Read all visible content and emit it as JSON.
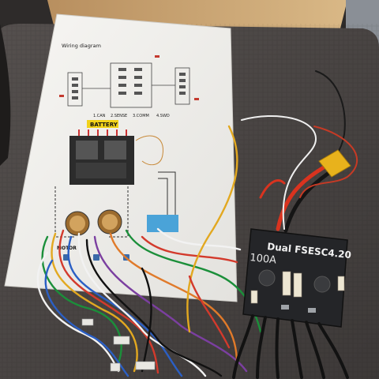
{
  "photo": {
    "subject": "Dual FSESC4.20 board with wiring diagram sheet and cables on a couch",
    "colors": {
      "couch": "#4b4746",
      "wood": "#c9a577",
      "paper": "#f3f2ef",
      "board": "#252629",
      "xt60": "#e8b21c"
    }
  },
  "document": {
    "heading": "Wiring diagram",
    "labels": [
      "1.CAN",
      "2.SENSE",
      "3.COMM",
      "4.SWD"
    ],
    "battery_label": "BATTERY",
    "motor_label": "MOTOR"
  },
  "board": {
    "title": "Dual FSESC4.20",
    "rating": "100A"
  }
}
